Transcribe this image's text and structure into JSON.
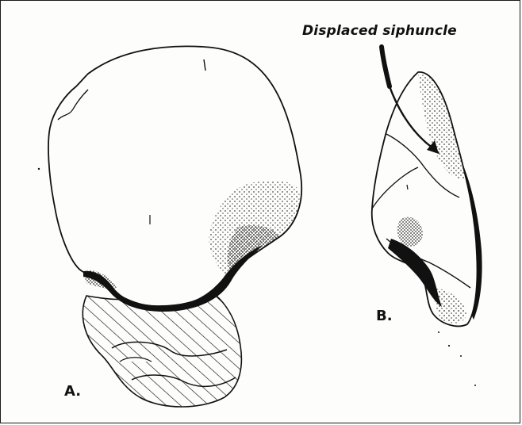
{
  "figure": {
    "annotation": "Displaced siphuncle",
    "label_a": "A.",
    "label_b": "B."
  },
  "colors": {
    "ink": "#111111",
    "paper": "#fdfdfb"
  }
}
